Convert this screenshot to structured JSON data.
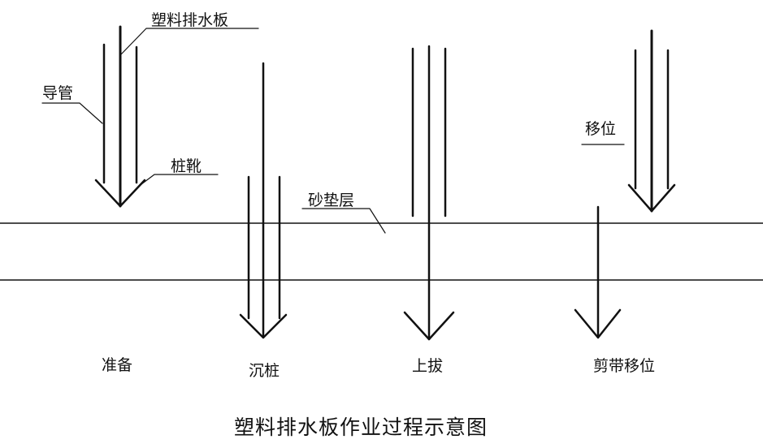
{
  "labels": {
    "drain_board": "塑料排水板",
    "guide_pipe": "导管",
    "pile_shoe": "桩靴",
    "sand_cushion": "砂垫层",
    "shift": "移位"
  },
  "stages": [
    "准备",
    "沉桩",
    "上拔",
    "剪带移位"
  ],
  "caption": "塑料排水板作业过程示意图",
  "colors": {
    "line": "#111111",
    "background": "#ffffff"
  }
}
